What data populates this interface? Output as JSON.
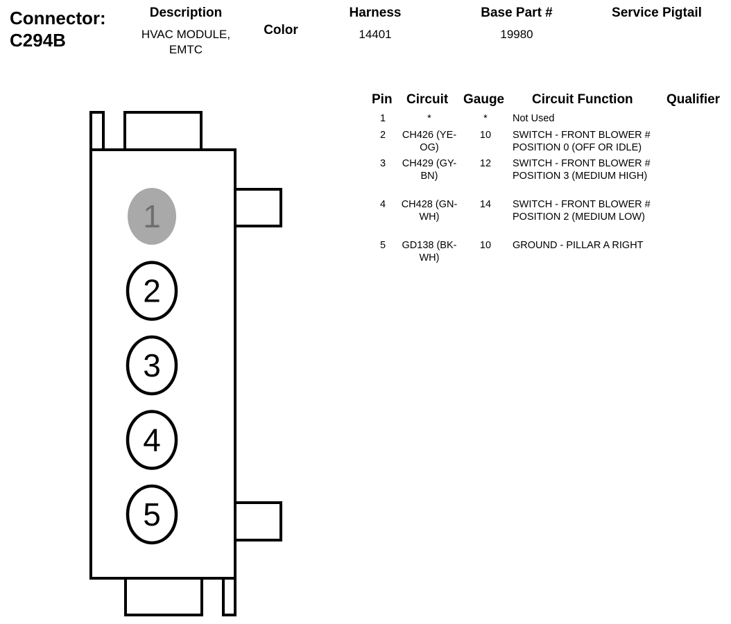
{
  "connector": {
    "label": "Connector:",
    "id": "C294B"
  },
  "header": {
    "description_label": "Description",
    "description_value": "HVAC MODULE, EMTC",
    "color_label": "Color",
    "harness_label": "Harness",
    "harness_value": "14401",
    "base_part_label": "Base Part #",
    "base_part_value": "19980",
    "service_pigtail_label": "Service Pigtail"
  },
  "table": {
    "headers": {
      "pin": "Pin",
      "circuit": "Circuit",
      "gauge": "Gauge",
      "function": "Circuit Function",
      "qualifier": "Qualifier"
    },
    "rows": [
      {
        "pin": "1",
        "circuit": "*",
        "gauge": "*",
        "function": "Not Used"
      },
      {
        "pin": "2",
        "circuit": "CH426 (YE-OG)",
        "gauge": "10",
        "function": "SWITCH - FRONT BLOWER # POSITION 0 (OFF OR IDLE)"
      },
      {
        "pin": "3",
        "circuit": "CH429 (GY-BN)",
        "gauge": "12",
        "function": "SWITCH - FRONT BLOWER # POSITION 3 (MEDIUM HIGH)"
      },
      {
        "pin": "4",
        "circuit": "CH428 (GN-WH)",
        "gauge": "14",
        "function": "SWITCH - FRONT BLOWER # POSITION 2 (MEDIUM LOW)"
      },
      {
        "pin": "5",
        "circuit": "GD138 (BK-WH)",
        "gauge": "10",
        "function": "GROUND - PILLAR A RIGHT"
      }
    ]
  },
  "diagram": {
    "pins": [
      {
        "label": "1",
        "state": "unused"
      },
      {
        "label": "2",
        "state": "used"
      },
      {
        "label": "3",
        "state": "used"
      },
      {
        "label": "4",
        "state": "used"
      },
      {
        "label": "5",
        "state": "used"
      }
    ],
    "colors": {
      "unused_fill": "#a9a9a9",
      "unused_text": "#6f6f6f",
      "outline": "#000000"
    }
  }
}
